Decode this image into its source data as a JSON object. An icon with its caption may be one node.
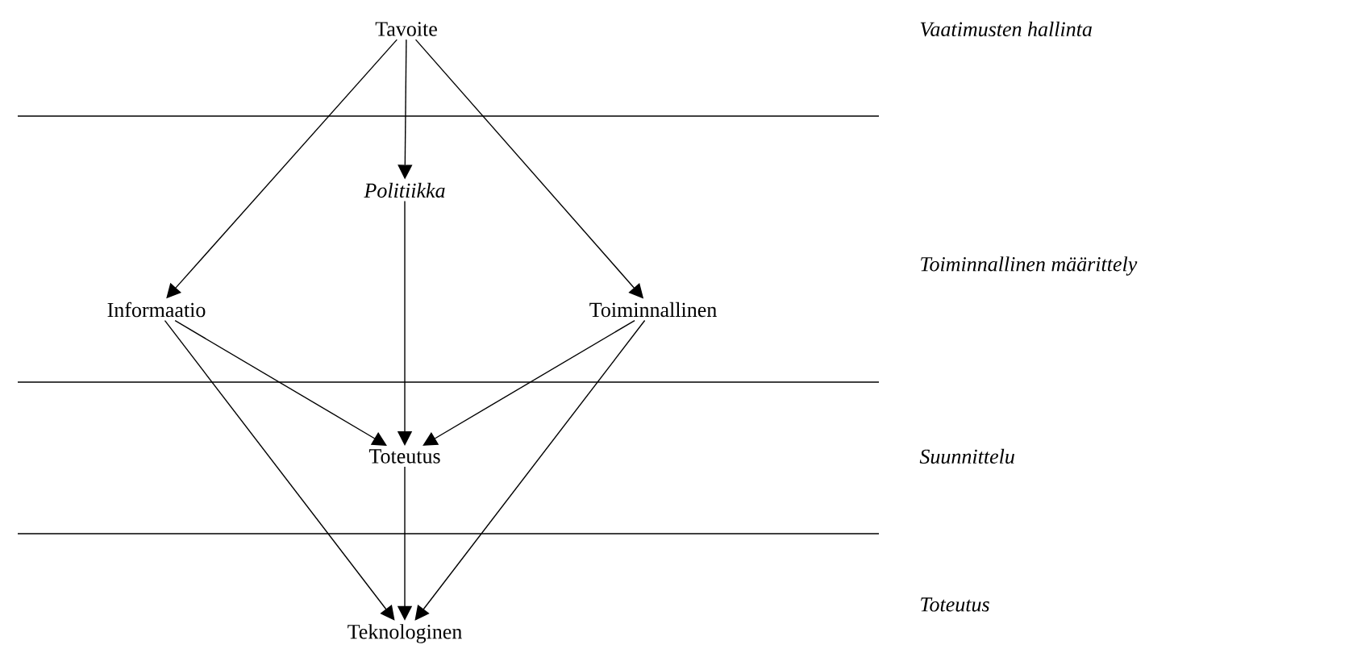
{
  "diagram": {
    "nodes": [
      {
        "text": [
          "Tavoite"
        ]
      },
      {
        "text": [
          "Politiikka"
        ]
      },
      {
        "text": [
          "Informaatio"
        ]
      },
      {
        "text": [
          "Toiminnallinen"
        ]
      },
      {
        "text": [
          "Toteutus"
        ]
      },
      {
        "text": [
          "Teknologinen"
        ]
      }
    ],
    "edges": [
      {
        "from": 0,
        "to": 1,
        "arrow": "to"
      },
      {
        "from": 0,
        "to": 2,
        "arrow": "to"
      },
      {
        "from": 0,
        "to": 3,
        "arrow": "to"
      },
      {
        "from": 1,
        "to": 4,
        "arrow": "to"
      },
      {
        "from": 2,
        "to": 4,
        "arrow": "to"
      },
      {
        "from": 3,
        "to": 4,
        "arrow": "to"
      },
      {
        "from": 2,
        "to": 5,
        "arrow": "to"
      },
      {
        "from": 4,
        "to": 5,
        "arrow": "to"
      },
      {
        "from": 3,
        "to": 5,
        "arrow": "to"
      }
    ],
    "labels": [
      "Vaatimusten hallinta",
      "Toiminnallinen määrittely",
      "Suunnittelu",
      "Toteutus"
    ]
  }
}
